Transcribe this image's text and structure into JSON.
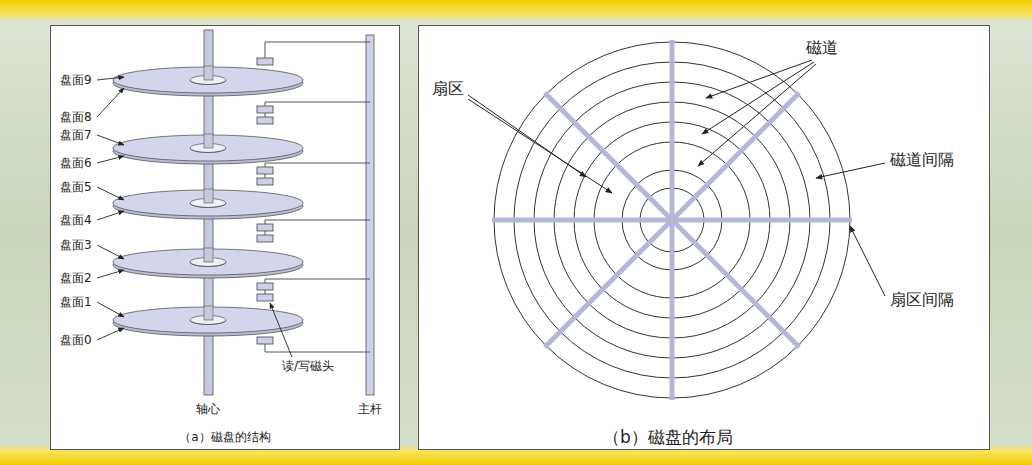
{
  "diagram": {
    "nodes": [
      {
        "text": [
          "（a）磁盘的结构"
        ]
      },
      {
        "text": [
          "（b）磁盘的布局"
        ]
      }
    ],
    "labels": [
      "盘面9",
      "盘面8",
      "盘面7",
      "盘面6",
      "盘面5",
      "盘面4",
      "盘面3",
      "盘面2",
      "盘面1",
      "盘面0",
      "读/写磁头",
      "轴心",
      "主杆",
      "磁道",
      "扇区",
      "磁道间隔",
      "扇区间隔"
    ]
  }
}
